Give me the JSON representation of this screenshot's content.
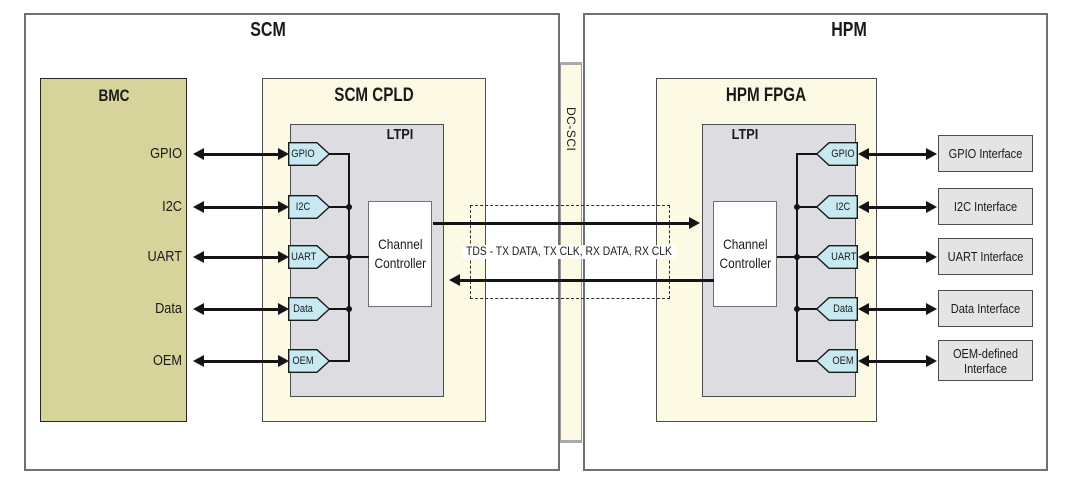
{
  "figure": {
    "scm": {
      "title": "SCM",
      "bmc": {
        "title": "BMC"
      },
      "cpld": {
        "title": "SCM CPLD",
        "ltpi_title": "LTPI",
        "controller": {
          "line1": "Channel",
          "line2": "Controller"
        }
      }
    },
    "hpm": {
      "title": "HPM",
      "fpga": {
        "title": "HPM FPGA",
        "ltpi_title": "LTPI",
        "controller": {
          "line1": "Channel",
          "line2": "Controller"
        }
      },
      "interfaces": [
        "GPIO Interface",
        "I2C Interface",
        "UART Interface",
        "Data Interface",
        "OEM-defined Interface"
      ]
    },
    "signals": [
      "GPIO",
      "I2C",
      "UART",
      "Data",
      "OEM"
    ],
    "interconnect": {
      "strip_label": "DC-SCI",
      "bus_label": "TDS - TX DATA, TX CLK, RX DATA, RX CLK"
    },
    "colors": {
      "block_yellow": "#fcfae5",
      "bmc_khaki": "#d7d49b",
      "ltpi_gray": "#dddce0",
      "port_blue": "#c8e9f2",
      "interface_gray": "#e4e3e6",
      "wire_black": "#141414"
    }
  }
}
